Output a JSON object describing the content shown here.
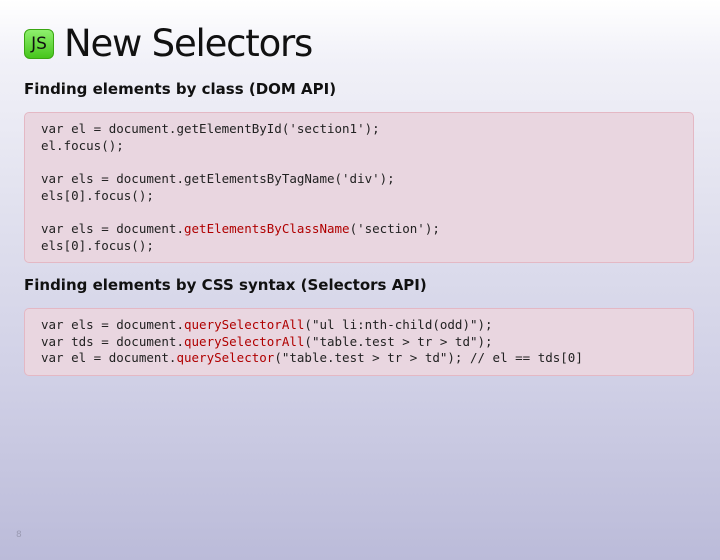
{
  "slide": {
    "badge": "JS",
    "title": "New Selectors",
    "page_number": "8"
  },
  "section1": {
    "heading": "Finding elements by class (DOM API)",
    "code": [
      {
        "before": "var el = document.getElementById('section1');",
        "highlight": "",
        "after": ""
      },
      {
        "before": "el.focus();",
        "highlight": "",
        "after": ""
      },
      {
        "blank": true
      },
      {
        "before": "var els = document.getElementsByTagName('div');",
        "highlight": "",
        "after": ""
      },
      {
        "before": "els[0].focus();",
        "highlight": "",
        "after": ""
      },
      {
        "blank": true
      },
      {
        "before": "var els = document.",
        "highlight": "getElementsByClassName",
        "after": "('section');"
      },
      {
        "before": "els[0].focus();",
        "highlight": "",
        "after": ""
      }
    ]
  },
  "section2": {
    "heading": "Finding elements by CSS syntax (Selectors API)",
    "code": [
      {
        "before": "var els = document.",
        "highlight": "querySelectorAll",
        "after": "(\"ul li:nth-child(odd)\");"
      },
      {
        "before": "var tds = document.",
        "highlight": "querySelectorAll",
        "after": "(\"table.test > tr > td\");"
      },
      {
        "before": "var el = document.",
        "highlight": "querySelector",
        "after": "(\"table.test > tr > td\"); // el == tds[0]"
      }
    ]
  },
  "colors": {
    "code_background": "#e9d6e0",
    "code_border": "#e4b8c4",
    "highlight": "#b00000",
    "badge": "#5fd63a"
  }
}
